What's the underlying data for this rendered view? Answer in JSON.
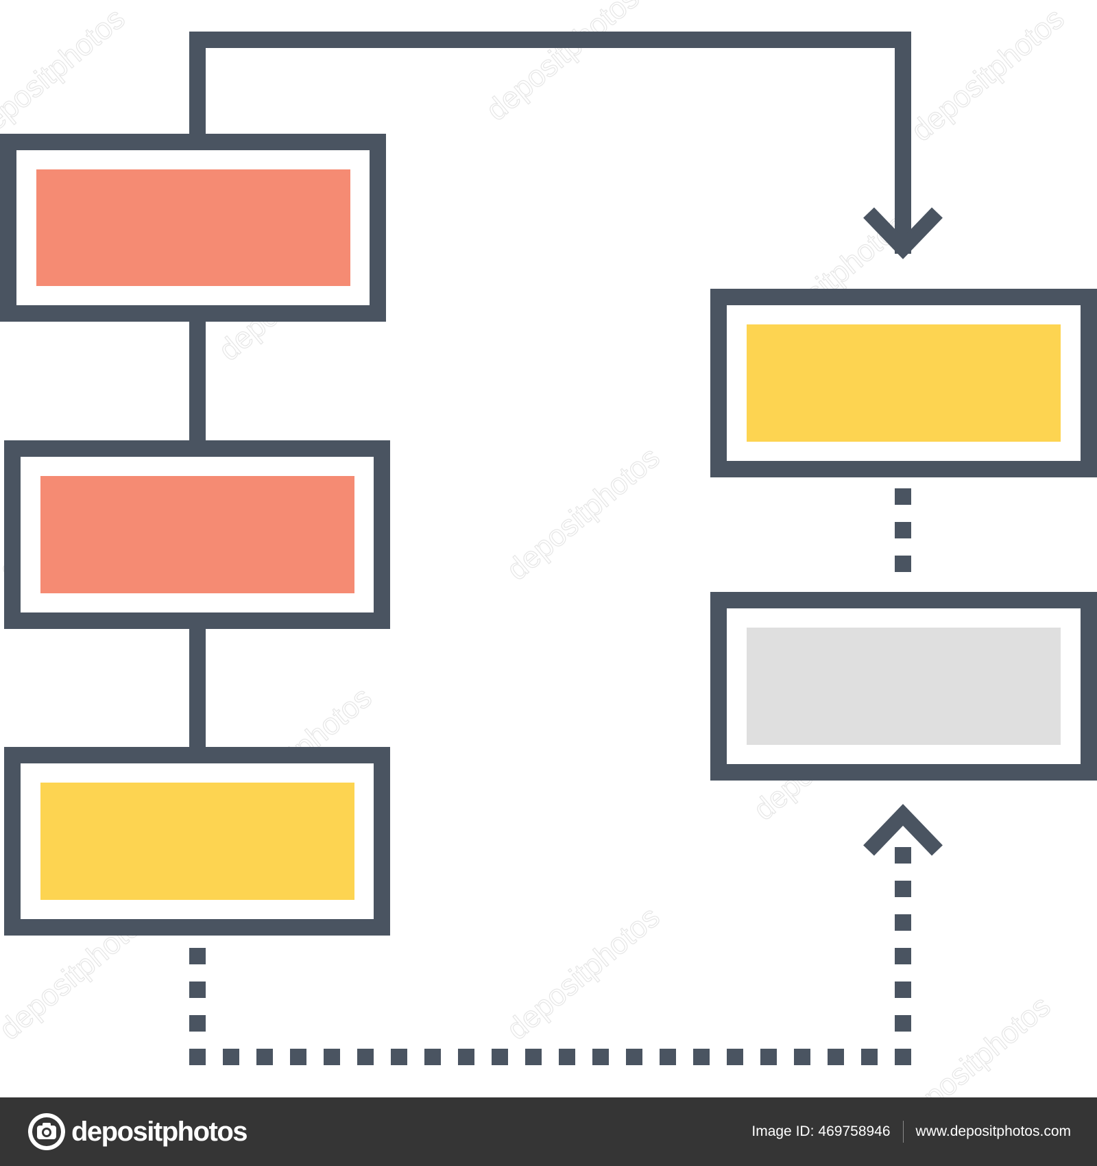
{
  "diagram": {
    "colors": {
      "outline": "#4a5461",
      "salmon": "#f58b73",
      "yellow": "#fdd451",
      "gray": "#dfdfdf",
      "background": "#ffffff"
    },
    "nodes": [
      {
        "id": "box-left-1",
        "fill": "salmon"
      },
      {
        "id": "box-left-2",
        "fill": "salmon"
      },
      {
        "id": "box-left-3",
        "fill": "yellow"
      },
      {
        "id": "box-right-1",
        "fill": "yellow"
      },
      {
        "id": "box-right-2",
        "fill": "gray"
      }
    ],
    "edges": [
      {
        "from": "box-left-1",
        "to": "box-left-2",
        "style": "solid"
      },
      {
        "from": "box-left-2",
        "to": "box-left-3",
        "style": "solid"
      },
      {
        "from": "box-left-1",
        "to": "box-right-1",
        "style": "solid",
        "arrow": "down"
      },
      {
        "from": "box-right-1",
        "to": "box-right-2",
        "style": "dotted"
      },
      {
        "from": "box-left-3",
        "to": "box-right-2",
        "style": "dotted",
        "arrow": "up"
      }
    ],
    "watermark": "depositphotos"
  },
  "footer": {
    "brand": "depositphotos",
    "logo_icon": "camera-circle-icon",
    "image_id_label": "Image ID:",
    "image_id": "469758946",
    "website": "www.depositphotos.com",
    "background": "#353535"
  }
}
